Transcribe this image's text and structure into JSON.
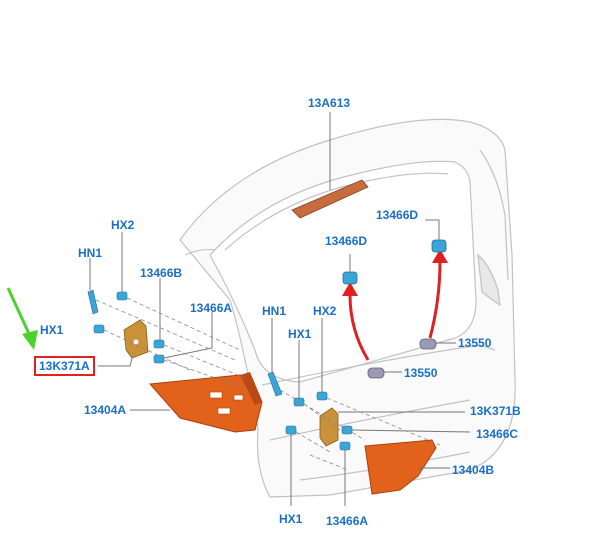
{
  "title": "",
  "colors": {
    "callout": "#1a6fc9",
    "highlight_box": "#e0231c",
    "arrow_green": "#4cd22e",
    "arrow_red": "#e02020",
    "lamp_orange": "#e2621b",
    "bracket_tan": "#c8913a",
    "clip_cyan": "#3aa6d8",
    "body_line": "#c7c7c7"
  },
  "labels": {
    "l_13A613": "13A613",
    "l_HX2_left": "HX2",
    "l_HN1_left": "HN1",
    "l_13466B": "13466B",
    "l_13466A_upper": "13466A",
    "l_HX1_left": "HX1",
    "l_13K371A": "13K371A",
    "l_13404A": "13404A",
    "l_13466D_left": "13466D",
    "l_13466D_right": "13466D",
    "l_HN1_mid": "HN1",
    "l_HX2_mid": "HX2",
    "l_HX1_mid": "HX1",
    "l_13550_right": "13550",
    "l_13550_mid": "13550",
    "l_13K371B": "13K371B",
    "l_13466C": "13466C",
    "l_13404B": "13404B",
    "l_HX1_bottom": "HX1",
    "l_13466A_bottom": "13466A"
  },
  "annotations": {
    "highlighted_label": "l_13K371A",
    "green_arrow_target": "l_13K371A",
    "red_arrows": [
      "13550 to 13466D",
      "13550 to 13466D"
    ]
  }
}
